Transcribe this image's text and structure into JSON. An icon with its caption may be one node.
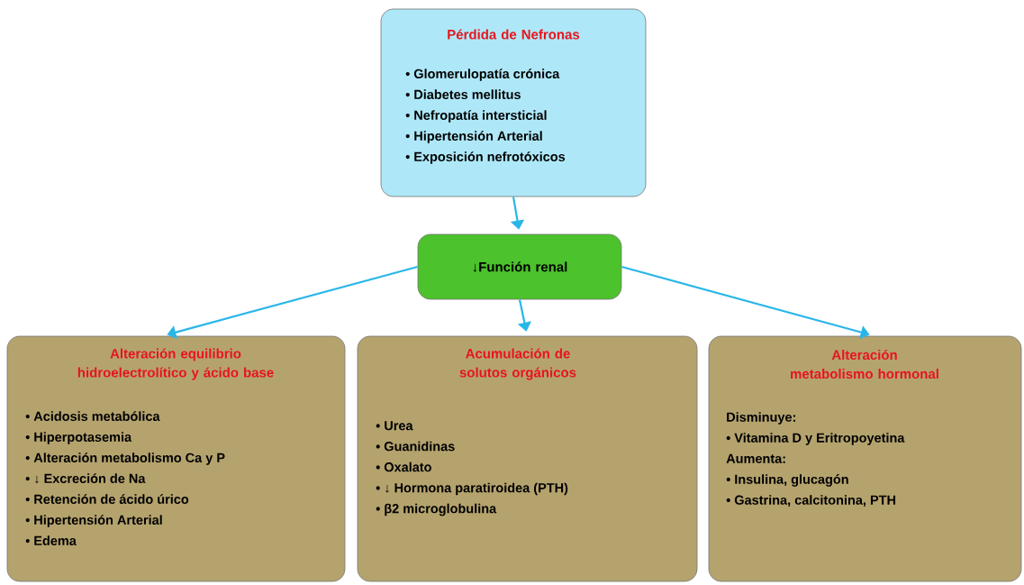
{
  "diagram": {
    "nodes": [
      {
        "text": [
          "Pérdida de Nefronas",
          "• Glomerulopatía crónica",
          "• Diabetes mellitus",
          "• Nefropatía intersticial",
          "• Hipertensión Arterial",
          "• Exposición nefrotóxicos"
        ]
      },
      {
        "text": [
          "↓Función renal"
        ]
      },
      {
        "text": [
          "Alteración equilibrio hidroelectrolítico y ácido base",
          "• Acidosis metabólica",
          "• Hiperpotasemia",
          "• Alteración metabolismo Ca y P",
          "• ↓ Excreción de Na",
          "• Retención de ácido úrico",
          "• Hipertensión Arterial",
          "• Edema"
        ]
      },
      {
        "text": [
          "Acumulación de solutos orgánicos",
          "• Urea",
          "• Guanidinas",
          "• Oxalato",
          "• ↓ Hormona paratiroidea (PTH)",
          "• β2 microglobulina"
        ]
      },
      {
        "text": [
          "Alteración metabolismo hormonal",
          "Disminuye:",
          "• Vitamina D y Eritropoyetina",
          "Aumenta:",
          "• Insulina, glucagón",
          "• Gastrina, calcitonina, PTH"
        ]
      }
    ],
    "edges": [
      {
        "from": 0,
        "to": 1,
        "arrow": "to"
      },
      {
        "from": 1,
        "to": 2,
        "arrow": "to"
      },
      {
        "from": 1,
        "to": 3,
        "arrow": "to"
      },
      {
        "from": 1,
        "to": 4,
        "arrow": "to"
      }
    ]
  }
}
